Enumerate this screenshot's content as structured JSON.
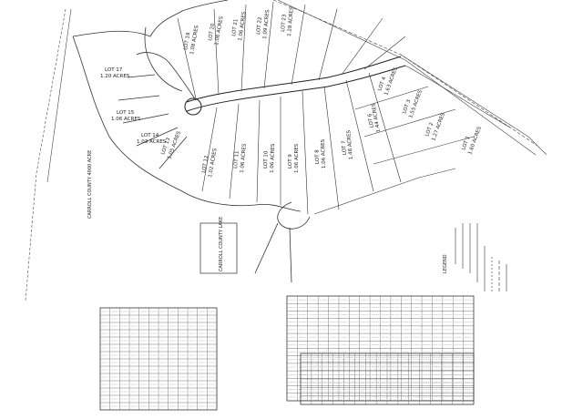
{
  "plat": {
    "lots": [
      {
        "lot": "LOT 19",
        "acres": "1.08 ACRES"
      },
      {
        "lot": "LOT 20",
        "acres": "1.06 ACRES"
      },
      {
        "lot": "LOT 21",
        "acres": "1.06 ACRES"
      },
      {
        "lot": "LOT 22",
        "acres": "1.09 ACRES"
      },
      {
        "lot": "LOT 23",
        "acres": "1.28 ACRES"
      },
      {
        "lot": "LOT 17",
        "acres": "1.20 ACRES"
      },
      {
        "lot": "LOT 15",
        "acres": "1.06 ACRES"
      },
      {
        "lot": "LOT 14",
        "acres": "1.03 ACRES"
      },
      {
        "lot": "LOT 13",
        "acres": "1.05 ACRES"
      },
      {
        "lot": "LOT 12",
        "acres": "1.02 ACRES"
      },
      {
        "lot": "LOT 11",
        "acres": "1.06 ACRES"
      },
      {
        "lot": "LOT 10",
        "acres": "1.06 ACRES"
      },
      {
        "lot": "LOT 9",
        "acres": "1.06 ACRES"
      },
      {
        "lot": "LOT 8",
        "acres": "1.06 ACRES"
      },
      {
        "lot": "LOT 7",
        "acres": "1.48 ACRES"
      },
      {
        "lot": "LOT 6",
        "acres": "1.44 ACRES"
      },
      {
        "lot": "LOT 4",
        "acres": "1.63 ACRES"
      },
      {
        "lot": "LOT 3",
        "acres": "1.55 ACRES"
      },
      {
        "lot": "LOT 2",
        "acres": "1.27 ACRES"
      },
      {
        "lot": "LOT 1",
        "acres": "1.60 ACRES"
      }
    ],
    "labels": {
      "adjoiner": "CARROLL COUNTY 4000 ACRE",
      "lake_box": "CARROLL COUNTY LAKE",
      "legend": "LEGEND"
    }
  },
  "colors": {
    "ink": "#222222",
    "paper": "#ffffff"
  }
}
